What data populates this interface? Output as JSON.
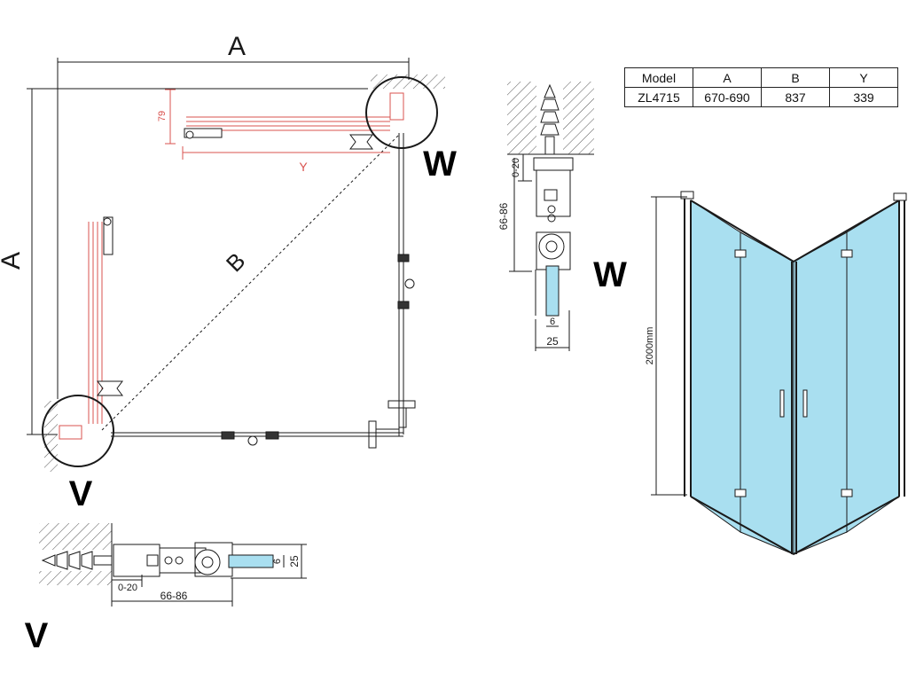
{
  "drawing": {
    "dim_a_top": "A",
    "dim_a_left": "A",
    "dim_b": "B",
    "dim_y": "Y",
    "dim_79": "79",
    "detail_w_label": "W",
    "detail_v_label": "V",
    "w_dim_0_20": "0-20",
    "w_dim_66_86": "66-86",
    "w_dim_6": "6",
    "w_dim_25": "25",
    "v_dim_0_20": "0-20",
    "v_dim_66_86": "66-86",
    "v_dim_6": "6",
    "v_dim_25": "25",
    "height_label": "2000mm"
  },
  "table": {
    "headers": [
      "Model",
      "A",
      "B",
      "Y"
    ],
    "row": [
      "ZL4715",
      "670-690",
      "837",
      "339"
    ]
  },
  "colors": {
    "line": "#1a1a1a",
    "red_detail": "#d9534f",
    "glass": "#a9dff0",
    "wall_hatch": "#555555"
  }
}
